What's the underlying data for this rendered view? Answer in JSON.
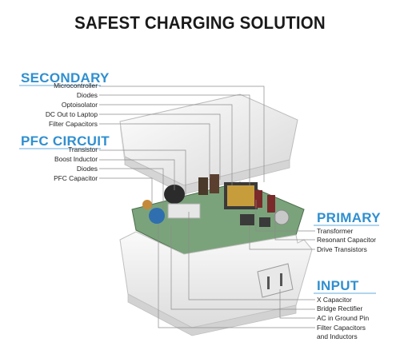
{
  "title": "SAFEST CHARGING SOLUTION",
  "colors": {
    "heading": "#2f8fd0",
    "accent_line": "#2f8fd0",
    "leader": "#8c8c8c"
  },
  "secondary": {
    "heading": "SECONDARY",
    "items": [
      "Microcontroller",
      "Diodes",
      "Optoisolator",
      "DC Out to Laptop",
      "Filter Capacitors"
    ]
  },
  "pfc": {
    "heading": "PFC CIRCUIT",
    "items": [
      "Transistor",
      "Boost Inductor",
      "Diodes",
      "PFC Capacitor"
    ]
  },
  "primary": {
    "heading": "PRIMARY",
    "items": [
      "Transformer",
      "Resonant Capacitor",
      "Drive Transistors"
    ]
  },
  "input": {
    "heading": "INPUT",
    "items": [
      "X Capacitor",
      "Bridge Rectifier",
      "AC in Ground Pin",
      "Filter Capacitors",
      "and Inductors"
    ]
  }
}
